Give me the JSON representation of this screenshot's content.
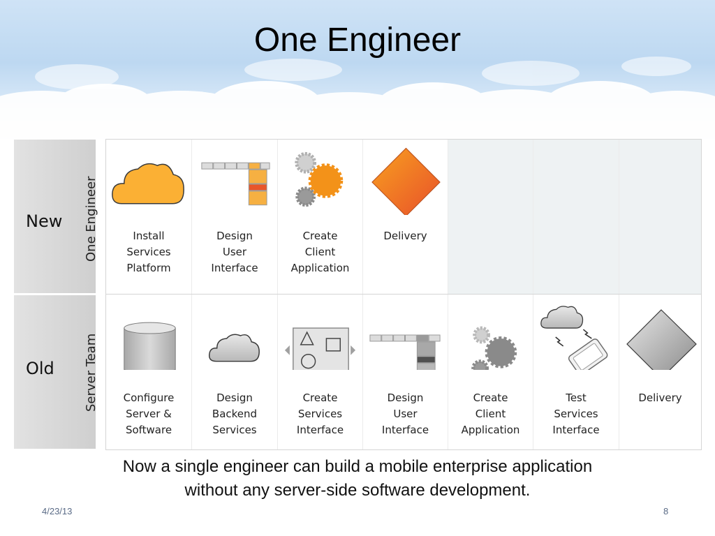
{
  "slide": {
    "title": "One Engineer",
    "caption_lines": [
      "Now a single engineer can build a mobile enterprise application",
      "without any server-side software development."
    ],
    "date": "4/23/13",
    "page_number": "8"
  },
  "rows": {
    "new": {
      "row_label": "New",
      "team_label": "One Engineer",
      "steps": [
        {
          "icon": "cloud-icon",
          "lines": [
            "Install",
            "Services",
            "Platform"
          ]
        },
        {
          "icon": "ui-layout-icon",
          "lines": [
            "Design",
            "User",
            "Interface"
          ]
        },
        {
          "icon": "gears-icon",
          "lines": [
            "Create",
            "Client",
            "Application"
          ]
        },
        {
          "icon": "diamond-icon",
          "lines": [
            "Delivery"
          ]
        }
      ]
    },
    "old": {
      "row_label": "Old",
      "team_label": "Server Team",
      "steps": [
        {
          "icon": "server-cylinder-icon",
          "lines": [
            "Configure",
            "Server &",
            "Software"
          ]
        },
        {
          "icon": "cloud-icon",
          "lines": [
            "Design",
            "Backend",
            "Services"
          ]
        },
        {
          "icon": "shapes-interface-icon",
          "lines": [
            "Create",
            "Services",
            "Interface"
          ]
        },
        {
          "icon": "ui-layout-icon",
          "lines": [
            "Design",
            "User",
            "Interface"
          ]
        },
        {
          "icon": "gears-icon",
          "lines": [
            "Create",
            "Client",
            "Application"
          ]
        },
        {
          "icon": "cloud-phone-icon",
          "lines": [
            "Test",
            "Services",
            "Interface"
          ]
        },
        {
          "icon": "diamond-icon",
          "lines": [
            "Delivery"
          ]
        }
      ]
    }
  },
  "colors": {
    "new_accent": "#f9a825",
    "new_highlight": "#e8562a",
    "old_gray": "#bdbdbd"
  }
}
